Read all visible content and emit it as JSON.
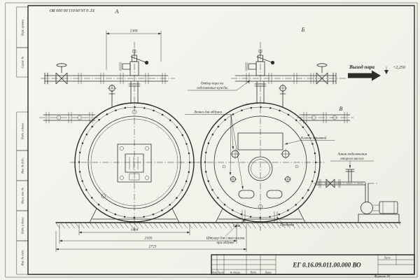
{
  "colors": {
    "ink": "#2e2d28",
    "paper": "#f4f3ee"
  },
  "document": {
    "number_top": "ЕГ 0.16.09.011.00.000 ВО",
    "number_title": "ЕГ 0.16.09.011.00.000  ВО",
    "format": "Формат А3"
  },
  "view_labels": {
    "a": "А",
    "b": "Б",
    "v": "В"
  },
  "dimensions": {
    "top_width": "1300",
    "boiler_width": "1464",
    "base_width": "2105",
    "overall_width": "2725"
  },
  "annotations": {
    "steam_outlet": "Выход пара",
    "level_mark": "+2,250",
    "own_needs": [
      "Отбор пара на",
      "собственные нужды"
    ],
    "blow_hatches": "Лючки для обдувки",
    "explosion_valve": "Клапан взрывной",
    "second_pump": [
      "Линия подключения",
      "второго насоса"
    ],
    "drain": "Слив",
    "blowdown": "Продувка",
    "sludge_fitting": [
      "Штуцер для слива шлама",
      "при обдувке"
    ]
  },
  "frame_stamps": [
    "Перв. примен.",
    "Справ. №",
    "Подп. и дата",
    "Инв. № дубл.",
    "Взам. инв. №",
    "Подп. и дата",
    "Инв. № подл."
  ],
  "title_block": {
    "col_headers": [
      "Изм.",
      "Лист",
      "№ докум.",
      "Подп.",
      "Дата"
    ],
    "sheet_label": "Лист"
  }
}
